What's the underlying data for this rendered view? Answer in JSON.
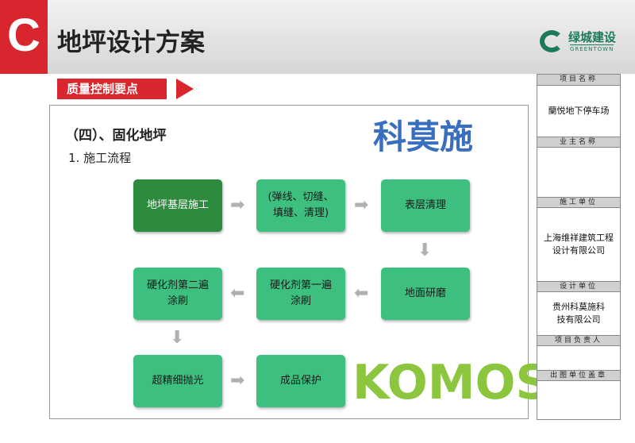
{
  "header": {
    "letter": "C",
    "title": "地坪设计方案",
    "logo_cn": "绿城建设",
    "logo_en": "GREENTOWN"
  },
  "section_tag": "质量控制要点",
  "heading": "（四）、固化地坪",
  "subheading": "1.  施工流程",
  "flow": [
    {
      "label": "地坪基层施工"
    },
    {
      "label": "(弹线、切缝、填缝、清理)"
    },
    {
      "label": "表层清理"
    },
    {
      "label": "地面研磨"
    },
    {
      "label": "硬化剂第一遍涂刷"
    },
    {
      "label": "硬化剂第二遍涂刷"
    },
    {
      "label": "超精细抛光"
    },
    {
      "label": "成品保护"
    }
  ],
  "watermark": {
    "cn": "科莫施",
    "en": "KOMOS"
  },
  "panel": [
    {
      "label": "项目名称",
      "value": "蘭悦地下停车场"
    },
    {
      "label": "业主名称",
      "value": ""
    },
    {
      "label": "施工单位",
      "value": "上海维祥建筑工程设计有限公司"
    },
    {
      "label": "设计单位",
      "value": "贵州科莫施科技有限公司"
    },
    {
      "label": "项目负责人",
      "value": ""
    },
    {
      "label": "出图单位盖章",
      "value": ""
    }
  ]
}
